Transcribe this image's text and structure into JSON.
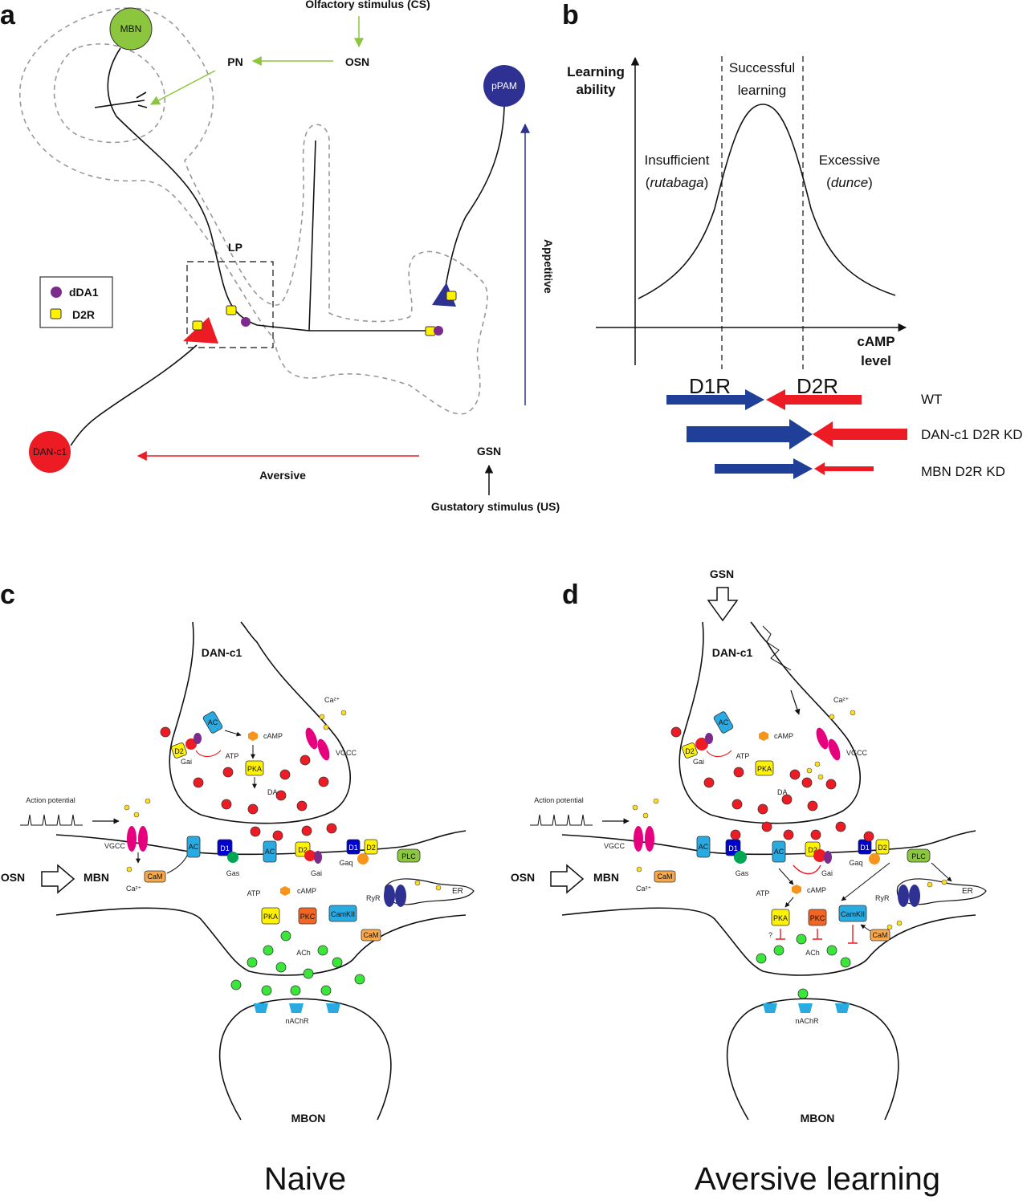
{
  "panels": {
    "a": "a",
    "b": "b",
    "c": "c",
    "d": "d"
  },
  "panel_a": {
    "mbn": "MBN",
    "olfactory": "Olfactory stimulus (CS)",
    "osn": "OSN",
    "pn": "PN",
    "ppam": "pPAM",
    "lp": "LP",
    "dan_c1": "DAN-c1",
    "gsn": "GSN",
    "gustatory": "Gustatory stimulus (US)",
    "aversive": "Aversive",
    "appetitive": "Appetitive",
    "legend": {
      "ddA1": "dDA1",
      "d2r": "D2R"
    },
    "colors": {
      "mbn": "#8cc63f",
      "ppam": "#2e3192",
      "dan": "#ed1c24",
      "dda1": "#7b2b8c",
      "d2r": "#fff200",
      "cs_arrow": "#8cc63f",
      "aversive_arrow": "#ed1c24",
      "appetitive_arrow": "#2e3192"
    }
  },
  "panel_b": {
    "ylabel_1": "Learning",
    "ylabel_2": "ability",
    "xlabel_1": "cAMP",
    "xlabel_2": "level",
    "successful_1": "Successful",
    "successful_2": "learning",
    "insufficient": "Insufficient",
    "rutabaga": "rutabaga",
    "excessive": "Excessive",
    "dunce": "dunce",
    "d1r": "D1R",
    "d2r": "D2R",
    "rows": [
      "WT",
      "DAN-c1 D2R KD",
      "MBN D2R KD"
    ],
    "colors": {
      "d1r": "#1f3f99",
      "d2r": "#ed1c24"
    }
  },
  "panel_c": {
    "caption": "Naive",
    "dan": "DAN-c1",
    "osn": "OSN",
    "mbn": "MBN",
    "mbon": "MBON",
    "action_potential": "Action potential",
    "labels": {
      "vgcc": "VGCC",
      "ca": "Ca²⁺",
      "cam": "CaM",
      "ac": "AC",
      "d1": "D1",
      "d2": "D2",
      "gas": "Gas",
      "gai": "Gai",
      "gaq": "Gaq",
      "plc": "PLC",
      "atp": "ATP",
      "camp": "cAMP",
      "pka": "PKA",
      "pkc": "PKC",
      "camkii": "CamKII",
      "ryr": "RyR",
      "er": "ER",
      "ach": "ACh",
      "nachr": "nAChR",
      "da": "DA"
    }
  },
  "panel_d": {
    "caption": "Aversive learning",
    "gsn": "GSN",
    "dan": "DAN-c1",
    "osn": "OSN",
    "mbn": "MBN",
    "mbon": "MBON",
    "action_potential": "Action potential",
    "question": "?"
  }
}
